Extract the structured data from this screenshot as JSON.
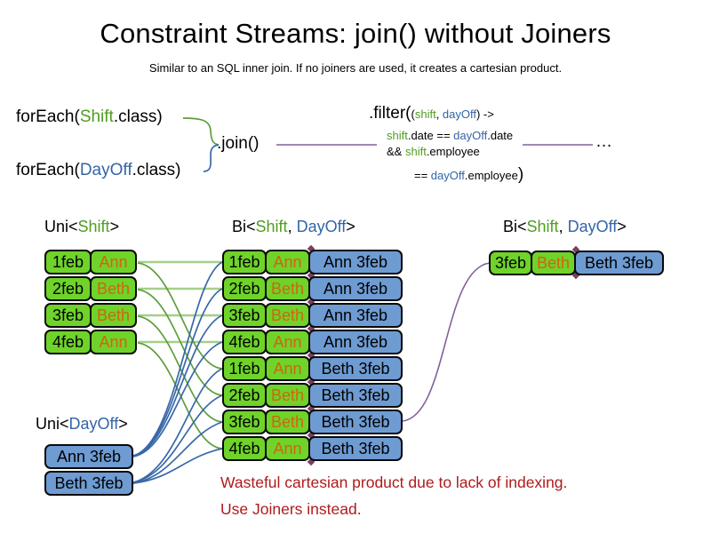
{
  "title": "Constraint Streams: join() without Joiners",
  "subtitle": "Similar to an SQL inner join. If no joiners are used, it creates a cartesian product.",
  "code": {
    "foreach_prefix": "forEach(",
    "shift_class": "Shift",
    "dayoff_class": "DayOff",
    "class_suffix": ".class)",
    "join_label": ".join()",
    "ellipsis": "…",
    "filter": {
      "open": ".filter(",
      "p_open": "(",
      "param_shift": "shift",
      "p_comma": ", ",
      "param_dayoff": "dayOff",
      "p_close": ") ->",
      "l2_shift": "shift",
      "l2_mid": ".date == ",
      "l2_dayoff": "dayOff",
      "l2_end": ".date",
      "l3_and": "&& ",
      "l3_shift": "shift",
      "l3_end": ".employee",
      "l4_eq": "== ",
      "l4_dayoff": "dayOff",
      "l4_mid": ".employee",
      "l4_close": ")"
    }
  },
  "headers": {
    "uni_shift": {
      "pre": "Uni<",
      "name": "Shift",
      "post": ">"
    },
    "bi": {
      "pre": "Bi<",
      "shift": "Shift",
      "comma": ", ",
      "dayoff": "DayOff",
      "post": ">"
    },
    "uni_dayoff": {
      "pre": "Uni<",
      "name": "DayOff",
      "post": ">"
    }
  },
  "uni_shift_rows": [
    {
      "date": "1feb",
      "name": "Ann"
    },
    {
      "date": "2feb",
      "name": "Beth"
    },
    {
      "date": "3feb",
      "name": "Beth"
    },
    {
      "date": "4feb",
      "name": "Ann"
    }
  ],
  "uni_dayoff_rows": [
    {
      "label": "Ann 3feb"
    },
    {
      "label": "Beth 3feb"
    }
  ],
  "bi_rows": [
    {
      "date": "1feb",
      "name": "Ann",
      "dayoff": "Ann 3feb"
    },
    {
      "date": "2feb",
      "name": "Beth",
      "dayoff": "Ann 3feb"
    },
    {
      "date": "3feb",
      "name": "Beth",
      "dayoff": "Ann 3feb"
    },
    {
      "date": "4feb",
      "name": "Ann",
      "dayoff": "Ann 3feb"
    },
    {
      "date": "1feb",
      "name": "Ann",
      "dayoff": "Beth 3feb"
    },
    {
      "date": "2feb",
      "name": "Beth",
      "dayoff": "Beth 3feb"
    },
    {
      "date": "3feb",
      "name": "Beth",
      "dayoff": "Beth 3feb"
    },
    {
      "date": "4feb",
      "name": "Ann",
      "dayoff": "Beth 3feb"
    }
  ],
  "bi_result_rows": [
    {
      "date": "3feb",
      "name": "Beth",
      "dayoff": "Beth 3feb"
    }
  ],
  "warning_line1": "Wasteful cartesian product due to lack of indexing.",
  "warning_line2": "Use Joiners instead.",
  "colors": {
    "green_text": "#4f9e1f",
    "blue_text": "#3465a4",
    "orange_text": "#d2640f",
    "green_fill": "#6fd32a",
    "blue_fill": "#6e9bd2",
    "light_green_line": "#a5cf87",
    "green_line": "#5e9e3e",
    "blue_line": "#3868a8",
    "purple_line": "#82619b",
    "red_text": "#b01b1b",
    "diamond": "#7a3f60"
  }
}
